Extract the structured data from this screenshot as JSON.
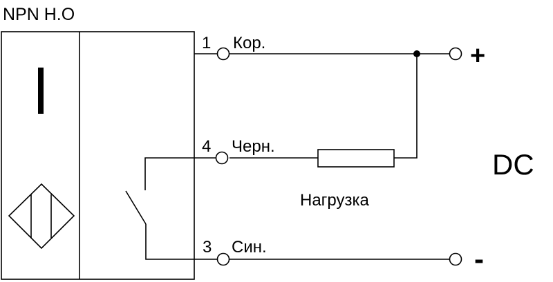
{
  "title": "NPN H.O",
  "terminals": [
    {
      "number": "1",
      "label": "Кор."
    },
    {
      "number": "4",
      "label": "Черн."
    },
    {
      "number": "3",
      "label": "Син."
    }
  ],
  "load_label": "Нагрузка",
  "supply": {
    "plus": "+",
    "minus": "-",
    "type": "DC"
  }
}
